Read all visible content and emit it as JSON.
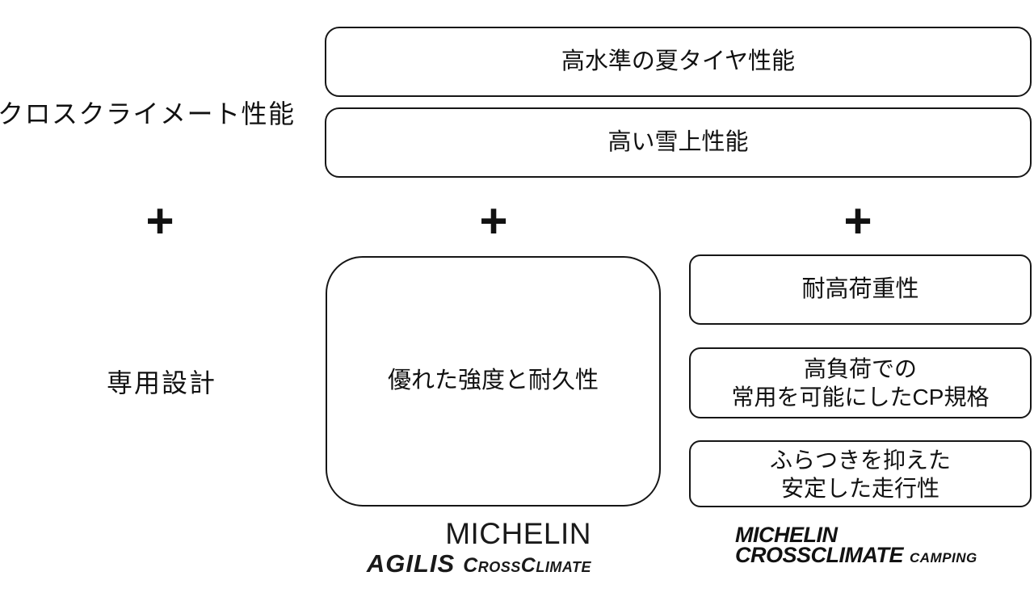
{
  "colors": {
    "ink": "#111111",
    "background": "#ffffff"
  },
  "labels": {
    "crossclimate_performance": "クロスクライメート性能",
    "dedicated_design": "専用設計",
    "plus": "+"
  },
  "performance_boxes": [
    {
      "lines": [
        "高水準の夏タイヤ性能"
      ]
    },
    {
      "lines": [
        "高い雪上性能"
      ]
    }
  ],
  "agilis_box": {
    "lines": [
      "優れた強度と耐久性"
    ]
  },
  "camping_boxes": [
    {
      "lines": [
        "耐高荷重性"
      ]
    },
    {
      "lines": [
        "高負荷での",
        "常用を可能にしたCP規格"
      ]
    },
    {
      "lines": [
        "ふらつきを抑えた",
        "安定した走行性"
      ]
    }
  ],
  "logos": {
    "agilis": {
      "brand": "MICHELIN",
      "model": "AGILIS",
      "variant": "CrossClimate"
    },
    "camping": {
      "brand": "MICHELIN",
      "model": "CROSSCLIMATE",
      "variant": "CAMPING"
    }
  }
}
